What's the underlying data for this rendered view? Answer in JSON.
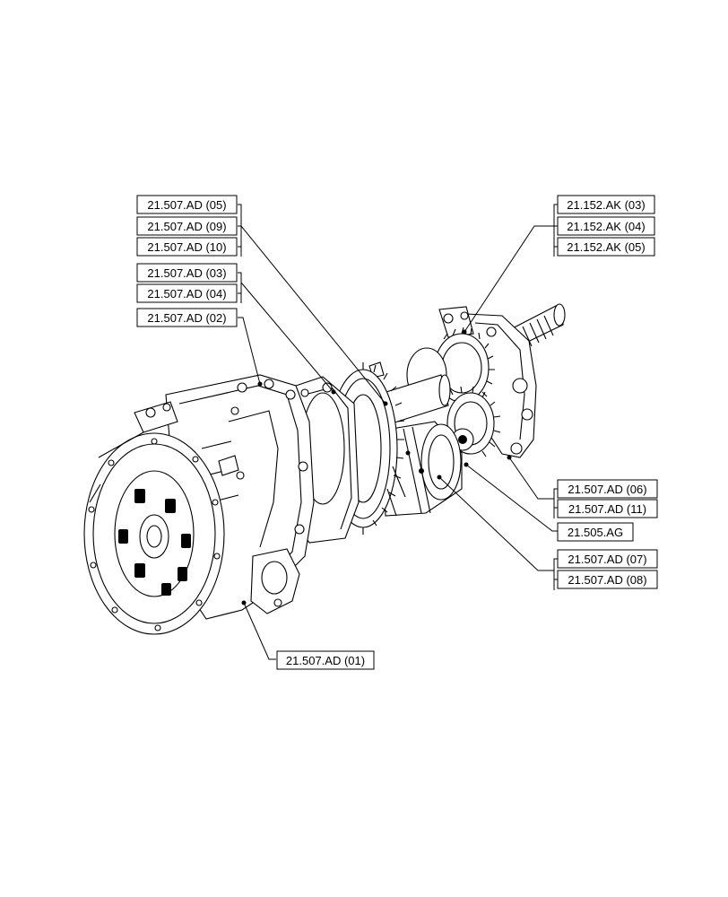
{
  "callouts": {
    "group_left_top": [
      "21.507.AD (05)",
      "21.507.AD (09)",
      "21.507.AD (10)"
    ],
    "group_left_mid": [
      "21.507.AD (03)",
      "21.507.AD (04)"
    ],
    "single_left": "21.507.AD (02)",
    "group_right_top": [
      "21.152.AK (03)",
      "21.152.AK (04)",
      "21.152.AK (05)"
    ],
    "group_right_mid": [
      "21.507.AD (06)",
      "21.507.AD (11)"
    ],
    "single_right": "21.505.AG",
    "group_right_low": [
      "21.507.AD (07)",
      "21.507.AD (08)"
    ],
    "single_bottom": "21.507.AD (01)"
  }
}
